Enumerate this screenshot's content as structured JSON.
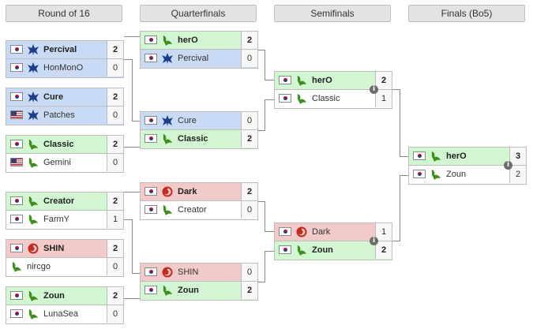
{
  "rounds": [
    "Round of 16",
    "Quarterfinals",
    "Semifinals",
    "Finals (Bo5)"
  ],
  "info_icon_glyph": "i",
  "colors": {
    "terran_row": "#c9dbf4",
    "zerg_row": "#f2caca",
    "protoss_winner_row": "#d2f5d2",
    "terran_icon": "#1d3f8a",
    "zerg_icon": "#c42a22",
    "protoss_icon": "#3d8f1f"
  },
  "matches": [
    {
      "id": "r16-1",
      "round": 0,
      "players": [
        {
          "name": "Percival",
          "flag": "kr",
          "race": "terran",
          "score": "2",
          "winner": true
        },
        {
          "name": "HonMonO",
          "flag": "kr",
          "race": "terran",
          "score": "0",
          "winner": false
        }
      ]
    },
    {
      "id": "r16-2",
      "round": 0,
      "players": [
        {
          "name": "Cure",
          "flag": "kr",
          "race": "terran",
          "score": "2",
          "winner": true
        },
        {
          "name": "Patches",
          "flag": "us",
          "race": "terran",
          "score": "0",
          "winner": false
        }
      ]
    },
    {
      "id": "r16-3",
      "round": 0,
      "players": [
        {
          "name": "Classic",
          "flag": "kr",
          "race": "protoss",
          "score": "2",
          "winner": true
        },
        {
          "name": "Gemini",
          "flag": "us",
          "race": "protoss",
          "score": "0",
          "winner": false
        }
      ]
    },
    {
      "id": "r16-4",
      "round": 0,
      "players": [
        {
          "name": "Creator",
          "flag": "kr",
          "race": "protoss",
          "score": "2",
          "winner": true
        },
        {
          "name": "FarmY",
          "flag": "kr",
          "race": "protoss",
          "score": "1",
          "winner": false
        }
      ]
    },
    {
      "id": "r16-5",
      "round": 0,
      "players": [
        {
          "name": "SHIN",
          "flag": "kr",
          "race": "zerg",
          "score": "2",
          "winner": true
        },
        {
          "name": "nircgo",
          "flag": "",
          "race": "protoss",
          "score": "0",
          "winner": false
        }
      ]
    },
    {
      "id": "r16-6",
      "round": 0,
      "players": [
        {
          "name": "Zoun",
          "flag": "kr",
          "race": "protoss",
          "score": "2",
          "winner": true
        },
        {
          "name": "LunaSea",
          "flag": "kr",
          "race": "protoss",
          "score": "0",
          "winner": false
        }
      ]
    },
    {
      "id": "qf-1",
      "round": 1,
      "players": [
        {
          "name": "herO",
          "flag": "kr",
          "race": "protoss",
          "score": "2",
          "winner": true
        },
        {
          "name": "Percival",
          "flag": "kr",
          "race": "terran",
          "score": "0",
          "winner": false
        }
      ]
    },
    {
      "id": "qf-2",
      "round": 1,
      "players": [
        {
          "name": "Cure",
          "flag": "kr",
          "race": "terran",
          "score": "0",
          "winner": false
        },
        {
          "name": "Classic",
          "flag": "kr",
          "race": "protoss",
          "score": "2",
          "winner": true
        }
      ]
    },
    {
      "id": "qf-3",
      "round": 1,
      "players": [
        {
          "name": "Dark",
          "flag": "kr",
          "race": "zerg",
          "score": "2",
          "winner": true
        },
        {
          "name": "Creator",
          "flag": "kr",
          "race": "protoss",
          "score": "0",
          "winner": false
        }
      ]
    },
    {
      "id": "qf-4",
      "round": 1,
      "players": [
        {
          "name": "SHIN",
          "flag": "kr",
          "race": "zerg",
          "score": "0",
          "winner": false
        },
        {
          "name": "Zoun",
          "flag": "kr",
          "race": "protoss",
          "score": "2",
          "winner": true
        }
      ]
    },
    {
      "id": "sf-1",
      "round": 2,
      "players": [
        {
          "name": "herO",
          "flag": "kr",
          "race": "protoss",
          "score": "2",
          "winner": true
        },
        {
          "name": "Classic",
          "flag": "kr",
          "race": "protoss",
          "score": "1",
          "winner": false
        }
      ]
    },
    {
      "id": "sf-2",
      "round": 2,
      "players": [
        {
          "name": "Dark",
          "flag": "kr",
          "race": "zerg",
          "score": "1",
          "winner": false
        },
        {
          "name": "Zoun",
          "flag": "kr",
          "race": "protoss",
          "score": "2",
          "winner": true
        }
      ]
    },
    {
      "id": "final",
      "round": 3,
      "players": [
        {
          "name": "herO",
          "flag": "kr",
          "race": "protoss",
          "score": "3",
          "winner": true
        },
        {
          "name": "Zoun",
          "flag": "kr",
          "race": "protoss",
          "score": "2",
          "winner": false
        }
      ]
    }
  ]
}
